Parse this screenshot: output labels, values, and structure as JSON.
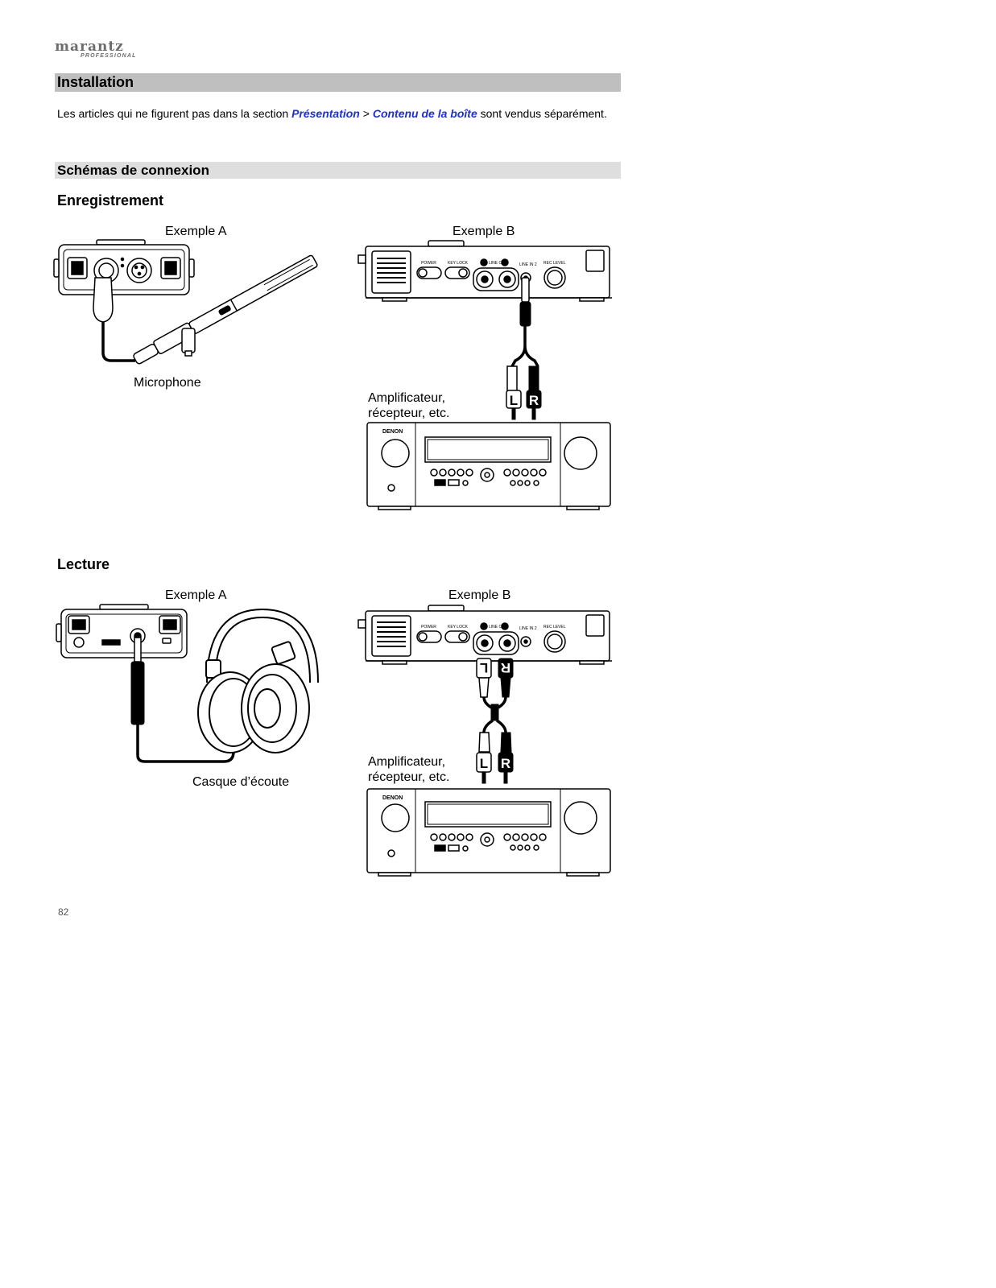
{
  "logo": {
    "main": "marantz",
    "sub": "PROFESSIONAL"
  },
  "section_title": "Installation",
  "intro": {
    "prefix": "Les articles qui ne figurent pas dans la section ",
    "link1": "Présentation",
    "separator": " > ",
    "link2": "Contenu de la boîte",
    "suffix": " sont vendus séparément."
  },
  "subsection_title": "Schémas de connexion",
  "recording": {
    "heading": "Enregistrement",
    "example_a": "Exemple A",
    "example_b": "Exemple B",
    "microphone": "Microphone",
    "amp_line1": "Amplificateur,",
    "amp_line2": "récepteur, etc."
  },
  "playback": {
    "heading": "Lecture",
    "example_a": "Exemple A",
    "example_b": "Exemple B",
    "headphones": "Casque d’écoute",
    "amp_line1": "Amplificateur,",
    "amp_line2": "récepteur, etc."
  },
  "device_labels": {
    "brand": "DENON",
    "power": "POWER",
    "key_lock": "KEY LOCK",
    "line_out": "LINE OUT",
    "line_in": "LINE IN 2",
    "rec_level": "REC LEVEL",
    "plug_left": "L",
    "plug_right": "R"
  },
  "page_number": "82"
}
